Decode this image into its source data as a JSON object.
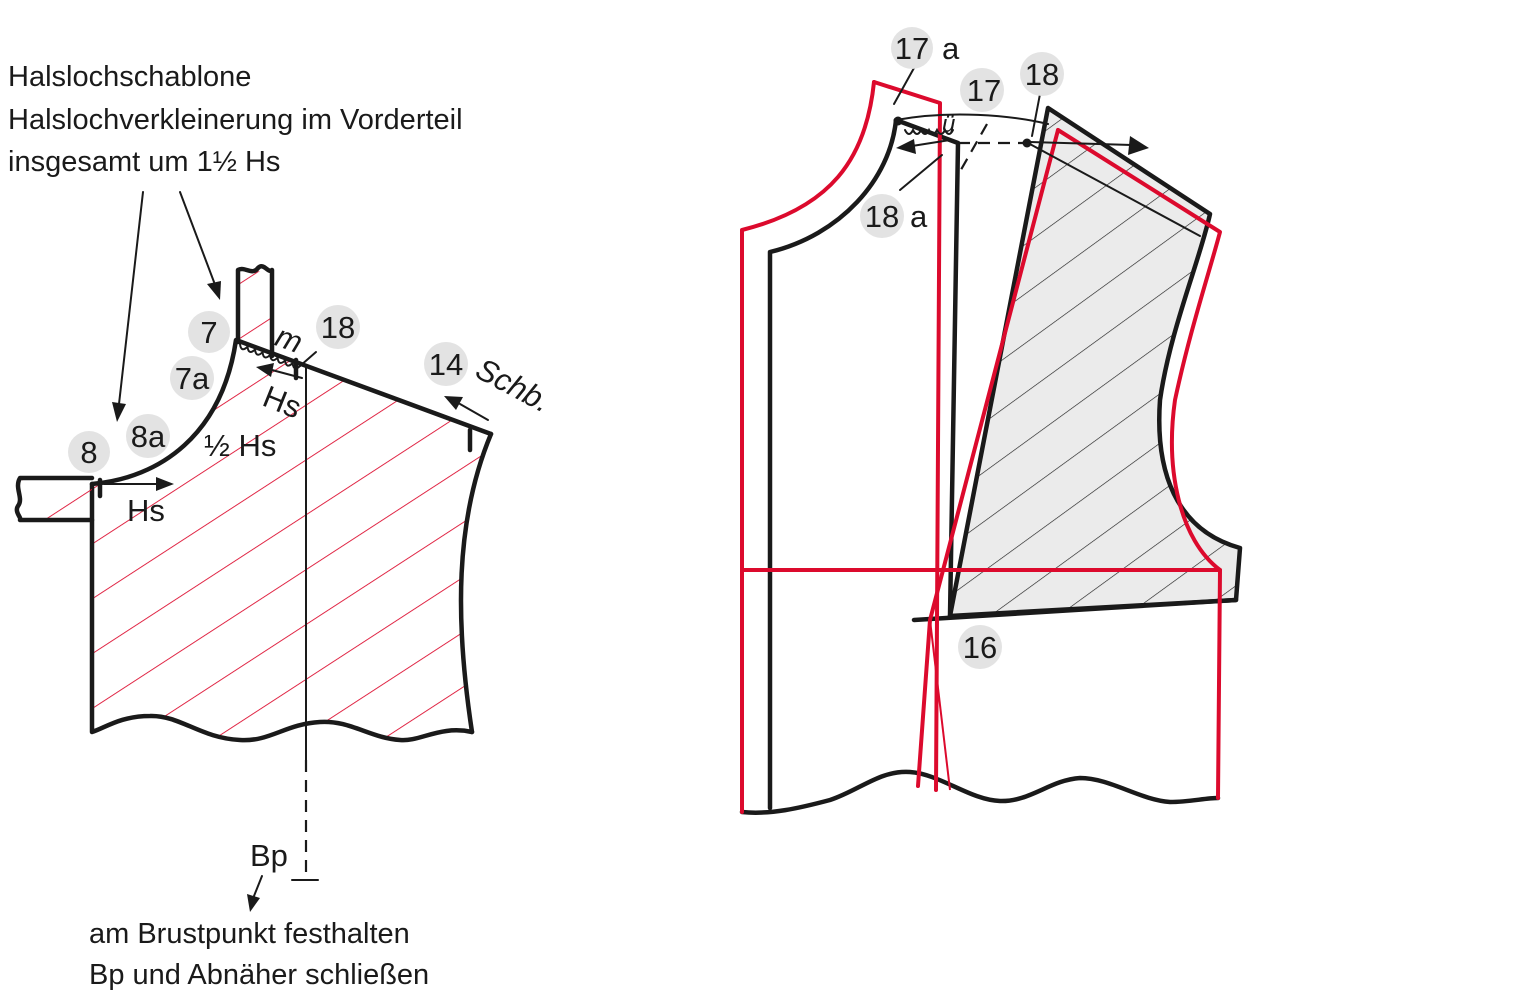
{
  "colors": {
    "outline": "#1a1a1a",
    "accent_red": "#dc0a2d",
    "badge_fill": "#e3e3e3",
    "shade_fill": "#ebebeb"
  },
  "left_panel": {
    "caption_lines": [
      "Halslochschablone",
      "Halslochverkleinerung im Vorderteil",
      "insgesamt um 1½ Hs"
    ],
    "points": {
      "p7": "7",
      "p7a": "7a",
      "p8": "8",
      "p8a": "8a",
      "p18": "18",
      "p14": "14"
    },
    "labels": {
      "m": "m",
      "hs_shoulder": "Hs",
      "half_hs": "½ Hs",
      "hs_bottom": "Hs",
      "schb": "Schb.",
      "bp": "Bp"
    },
    "bottom_caption_lines": [
      "am Brustpunkt festhalten",
      "Bp und Abnäher schließen"
    ]
  },
  "right_panel": {
    "points": {
      "p17a_num": "17",
      "p17a_suffix": "a",
      "p17": "17",
      "p18": "18",
      "p18a_num": "18",
      "p18a_suffix": "a",
      "p16": "16"
    },
    "labels": {
      "u": "ü"
    }
  }
}
